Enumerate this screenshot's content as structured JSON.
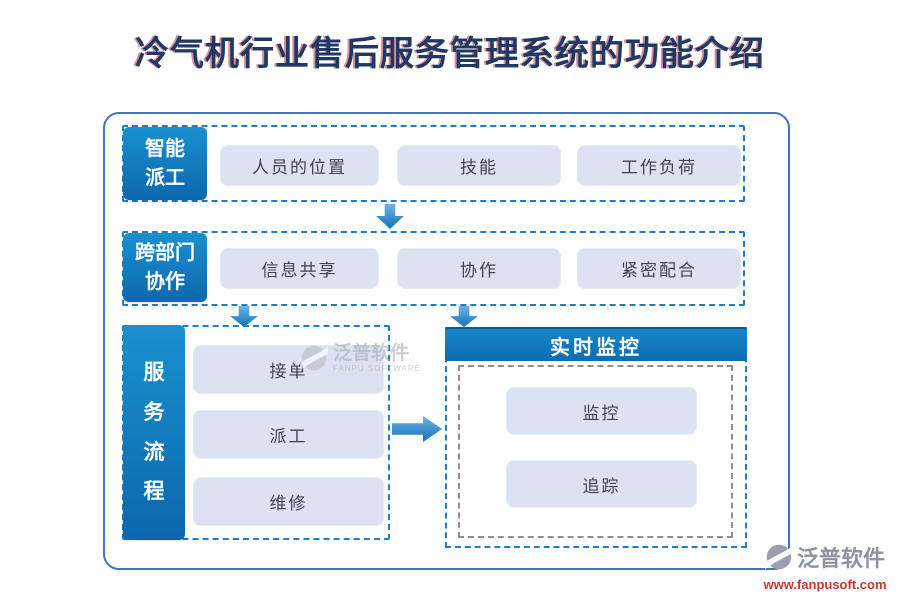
{
  "title": "冷气机行业售后服务管理系统的功能介绍",
  "sections": {
    "smart_dispatch": {
      "label": "智能\n派工",
      "items": [
        "人员的位置",
        "技能",
        "工作负荷"
      ]
    },
    "cross_dept": {
      "label": "跨部门\n协作",
      "items": [
        "信息共享",
        "协作",
        "紧密配合"
      ]
    },
    "service_flow": {
      "label": "服\n务\n流\n程",
      "items": [
        "接单",
        "派工",
        "维修"
      ]
    },
    "monitor": {
      "title": "实时监控",
      "items": [
        "监控",
        "追踪"
      ]
    }
  },
  "watermark_center": {
    "brand": "泛普软件",
    "sub": "FANPU SOFTWARE"
  },
  "watermark_corner": {
    "brand": "泛普软件",
    "url": "www.fanpusoft.com"
  },
  "colors": {
    "title_navy": "#1f3866",
    "container_border": "#4472c4",
    "section_blue": "#1176bc",
    "dashed_blue": "#1e7dc8",
    "dashed_gray": "#8a8f98",
    "node_fill": "#dbe2f1",
    "node_text": "#3d4453",
    "watermark_gray": "#8d939c",
    "url_red": "#c9362e"
  }
}
